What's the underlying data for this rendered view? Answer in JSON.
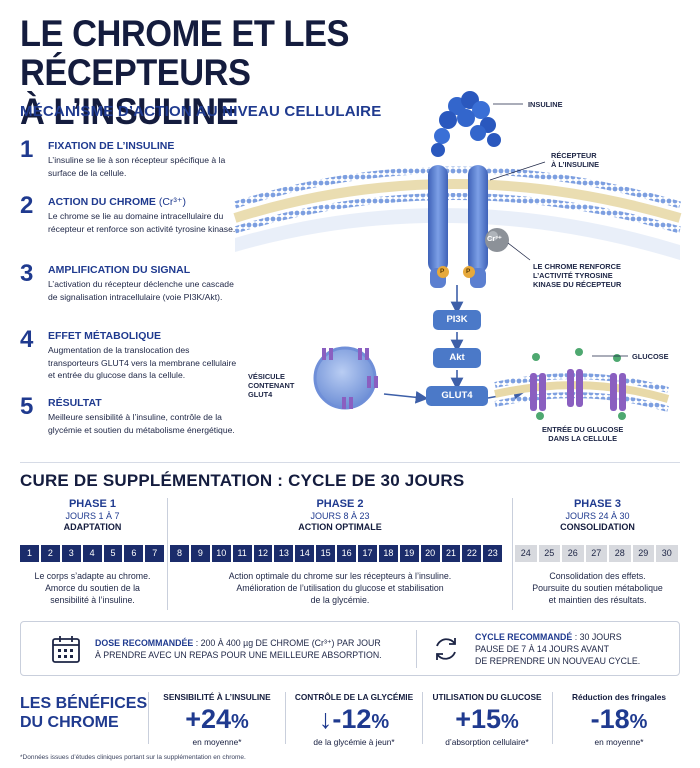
{
  "title_line1": "LE CHROME ET LES RÉCEPTEURS",
  "title_line2": "À L’INSULINE",
  "subtitle": "MÉCANISME D’ACTION AU NIVEAU CELLULAIRE",
  "steps": [
    {
      "num": "1",
      "title": "FIXATION DE L’INSULINE",
      "title_extra": "",
      "desc": "L’insuline se lie à son récepteur spécifique à la surface de la cellule."
    },
    {
      "num": "2",
      "title": "ACTION DU CHROME",
      "title_extra": " (Cr³⁺)",
      "desc": "Le chrome se lie au domaine intracellulaire du récepteur et renforce son activité tyrosine kinase."
    },
    {
      "num": "3",
      "title": "AMPLIFICATION DU SIGNAL",
      "title_extra": "",
      "desc": "L’activation du récepteur déclenche une cascade de signalisation intracellulaire (voie PI3K/Akt)."
    },
    {
      "num": "4",
      "title": "EFFET MÉTABOLIQUE",
      "title_extra": "",
      "desc": "Augmentation de la translocation des transporteurs GLUT4 vers la membrane cellulaire et entrée du glucose dans la cellule."
    },
    {
      "num": "5",
      "title": "RÉSULTAT",
      "title_extra": "",
      "desc": "Meilleure sensibilité à l’insuline, contrôle de la glycémie et soutien du métabolisme énergétique."
    }
  ],
  "diagram": {
    "label_insuline": "INSULINE",
    "label_recepteur": "RÉCEPTEUR\nÀ L’INSULINE",
    "label_chrome": "LE CHROME RENFORCE\nL’ACTIVITÉ TYROSINE\nKINASE DU RÉCEPTEUR",
    "label_glucose": "GLUCOSE",
    "label_vesicule": "VÉSICULE\nCONTENANT\nGLUT4",
    "label_entree": "ENTRÉE DU GLUCOSE\nDANS LA CELLULE",
    "cr_label": "Cr³⁺",
    "p_label": "P",
    "pill_pi3k": "PI3K",
    "pill_akt": "Akt",
    "pill_glut4": "GLUT4"
  },
  "cure": {
    "title": "CURE DE SUPPLÉMENTATION : CYCLE DE 30 JOURS",
    "phases": [
      {
        "name": "PHASE 1",
        "days_label": "JOURS 1 À 7",
        "stage": "ADAPTATION",
        "days": [
          "1",
          "2",
          "3",
          "4",
          "5",
          "6",
          "7"
        ],
        "desc": "Le corps s’adapte au chrome.\nAmorce du soutien de la\nsensibilité à l’insuline."
      },
      {
        "name": "PHASE 2",
        "days_label": "JOURS 8 À 23",
        "stage": "ACTION OPTIMALE",
        "days": [
          "8",
          "9",
          "10",
          "11",
          "12",
          "13",
          "14",
          "15",
          "16",
          "17",
          "18",
          "19",
          "20",
          "21",
          "22",
          "23"
        ],
        "desc": "Action optimale du chrome sur les récepteurs à l’insuline.\nAmélioration de l’utilisation du glucose et stabilisation\nde la glycémie."
      },
      {
        "name": "PHASE 3",
        "days_label": "JOURS 24 À 30",
        "stage": "CONSOLIDATION",
        "days": [
          "24",
          "25",
          "26",
          "27",
          "28",
          "29",
          "30"
        ],
        "desc": "Consolidation des effets.\nPoursuite du soutien métabolique\net maintien des résultats."
      }
    ]
  },
  "dose": {
    "label": "DOSE RECOMMANDÉE",
    "line1": " : 200 À 400 µg DE CHROME (Cr³⁺) PAR JOUR",
    "line2": "À PRENDRE AVEC UN REPAS POUR UNE MEILLEURE ABSORPTION."
  },
  "cycle": {
    "label": "CYCLE RECOMMANDÉ",
    "line1": " : 30 JOURS",
    "line2": "PAUSE DE 7 À 14 JOURS AVANT",
    "line3": "DE REPRENDRE UN NOUVEAU CYCLE."
  },
  "benefits": {
    "title_line1": "LES BÉNÉFICES",
    "title_line2": "DU CHROME",
    "items": [
      {
        "label": "SENSIBILITÉ À L’INSULINE",
        "prefix": "+",
        "value": "24",
        "unit": "%",
        "sub": "en moyenne*"
      },
      {
        "label": "CONTRÔLE DE LA GLYCÉMIE",
        "prefix": "↓-",
        "value": "12",
        "unit": "%",
        "sub": "de la glycémie à jeun*"
      },
      {
        "label": "UTILISATION DU GLUCOSE",
        "prefix": "+",
        "value": "15",
        "unit": "%",
        "sub": "d’absorption cellulaire*"
      },
      {
        "label": "Réduction des fringales",
        "prefix": "-",
        "value": "18",
        "unit": "%",
        "sub": "en moyenne*"
      }
    ]
  },
  "footnote": "*Données issues d’études cliniques portant sur la supplémentation en chrome.",
  "colors": {
    "navy": "#1b2c6b",
    "blue": "#1f3a8f",
    "receptor": "#5b7fd0",
    "purple": "#8a5fc0",
    "glucose": "#4ea870"
  }
}
